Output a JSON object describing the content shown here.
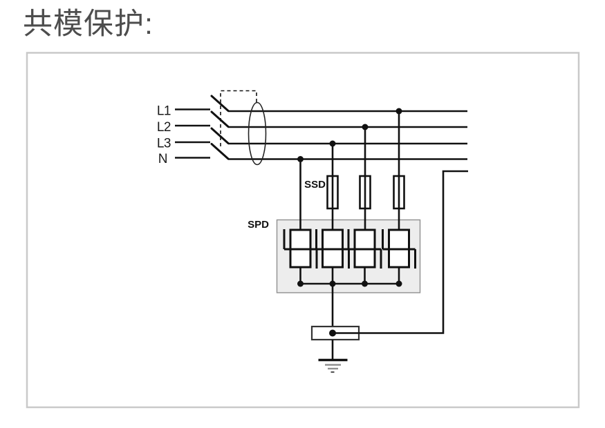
{
  "title": "共模保护:",
  "diagram": {
    "conductors": [
      {
        "label": "L1"
      },
      {
        "label": "L2"
      },
      {
        "label": "L3"
      },
      {
        "label": "N"
      }
    ],
    "ssd_label": "SSD",
    "spd_label": "SPD",
    "colors": {
      "wire": "#111111",
      "title_text": "#4d4d4d",
      "frame_border": "#c9c9c9",
      "spd_box_fill": "#ededed",
      "spd_box_border": "#8f8f8f",
      "ground_secondary": "#8f8f8f"
    }
  }
}
